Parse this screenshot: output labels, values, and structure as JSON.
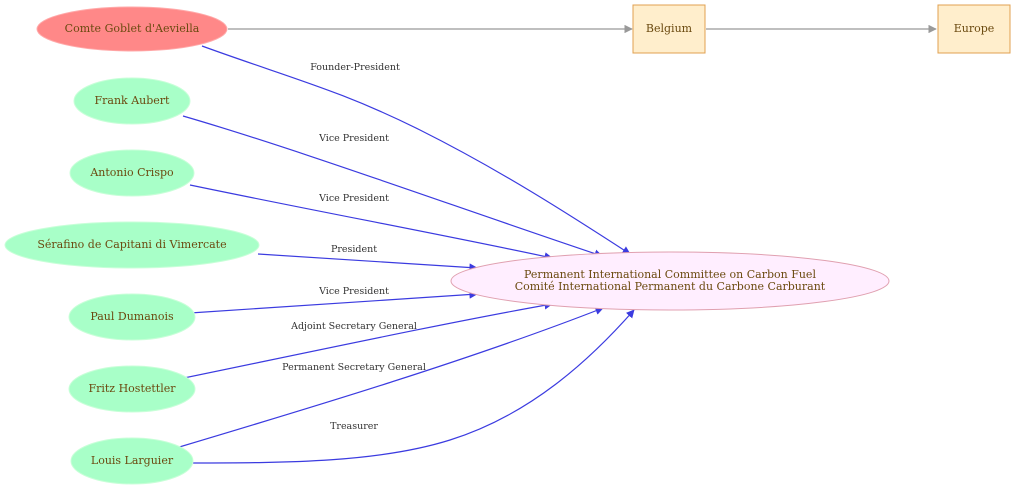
{
  "nodes": {
    "goblet": "Comte  Goblet d'Aeviella",
    "belgium": "Belgium",
    "europe": "Europe",
    "aubert": "Frank Aubert",
    "crispo": "Antonio Crispo",
    "capitani": "Sérafino de Capitani di Vimercate",
    "dumanois": "Paul Dumanois",
    "hostettler": "Fritz Hostettler",
    "larguier": "Louis Larguier",
    "committee_line1": "Permanent International Committee on Carbon Fuel",
    "committee_line2": "Comité International Permanent du Carbone Carburant"
  },
  "edges": {
    "goblet": "Founder-President",
    "aubert": "Vice President",
    "crispo": "Vice President",
    "capitani": "President",
    "dumanois": "Vice President",
    "hostettler": "Adjoint Secretary General",
    "larguier_a": "Permanent Secretary General",
    "larguier_b": "Treasurer"
  },
  "colors": {
    "person_fill": "#a8ffc8",
    "founder_fill": "#ff8888",
    "country_fill": "#ffeecc",
    "country_stroke": "#e0a050",
    "org_fill": "#ffeeff",
    "org_stroke": "#e0a0b0",
    "edge_blue": "#3b3be0",
    "edge_grey": "#999999"
  }
}
